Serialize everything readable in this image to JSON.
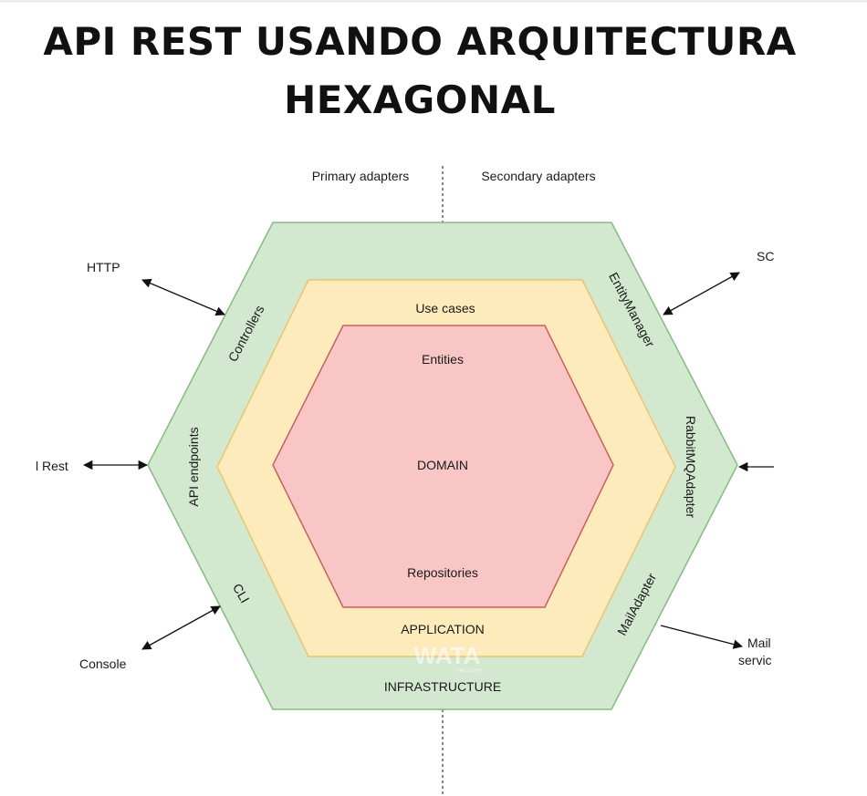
{
  "title": {
    "line1": "API REST USANDO ARQUITECTURA",
    "line2": "HEXAGONAL"
  },
  "diagram": {
    "sections": {
      "primary": "Primary adapters",
      "secondary": "Secondary adapters"
    },
    "layers": {
      "outer": {
        "label": "INFRASTRUCTURE",
        "fill": "#d2e8cf",
        "stroke": "#88b983"
      },
      "middle": {
        "label": "APPLICATION",
        "fill": "#fdebbb",
        "stroke": "#e9c56f"
      },
      "inner": {
        "label": "DOMAIN",
        "fill": "#f9c6c6",
        "stroke": "#c9605d"
      }
    },
    "inner_labels": {
      "use_cases": "Use cases",
      "entities": "Entities",
      "repositories": "Repositories"
    },
    "primary_adapters": {
      "controllers": "Controllers",
      "api_endpoints": "API endpoints",
      "cli": "CLI"
    },
    "secondary_adapters": {
      "entity_manager": "EntityManager",
      "rabbitmq_adapter": "RabbitMQAdapter",
      "mail_adapter": "MailAdapter"
    },
    "externals": {
      "http": "HTTP",
      "rest": "l Rest",
      "console": "Console",
      "sql": "SC",
      "mail_line1": "Mail",
      "mail_line2": "servic"
    },
    "watermark": {
      "main": "WATA",
      "sub": "FACTORY"
    }
  }
}
